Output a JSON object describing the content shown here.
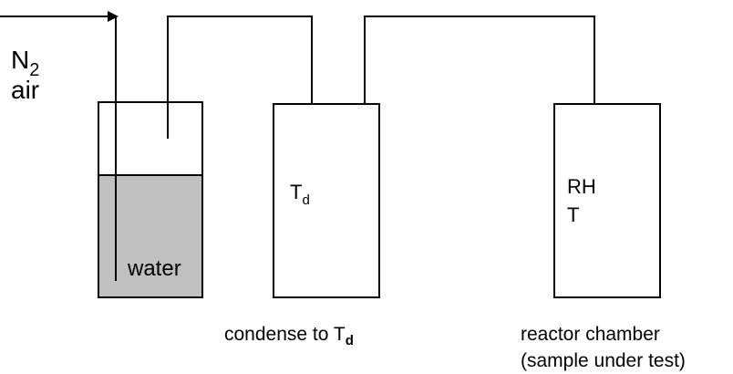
{
  "inlet": {
    "gas_symbol": "N",
    "gas_subscript": "2",
    "air_label": "air"
  },
  "bubbler": {
    "liquid_label": "water",
    "liquid_color": "#c0c0c0"
  },
  "condenser": {
    "inner_symbol": "T",
    "inner_subscript": "d",
    "caption_text": "condense to T",
    "caption_subscript": "d"
  },
  "reactor": {
    "inner_line1": "RH",
    "inner_line2": "T",
    "caption_line1": "reactor chamber",
    "caption_line2": "(sample under test)"
  },
  "colors": {
    "stroke": "#000000",
    "background": "#ffffff"
  }
}
